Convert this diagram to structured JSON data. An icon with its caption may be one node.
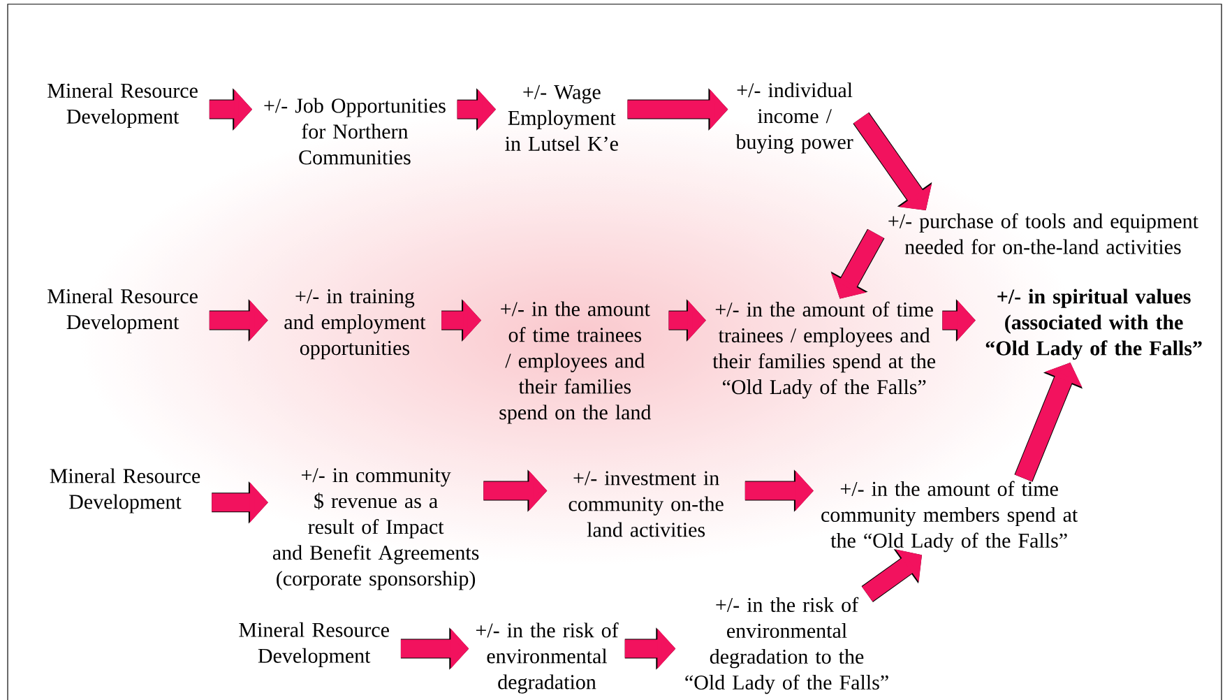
{
  "diagram": {
    "nodes": [
      {
        "text": [
          "Mineral Resource Development"
        ]
      },
      {
        "text": [
          "+/- Job Opportunities for Northern Communities"
        ]
      },
      {
        "text": [
          "+/- Wage Employment in Lutsel K’e"
        ]
      },
      {
        "text": [
          "+/- individual income / buying power"
        ]
      },
      {
        "text": [
          "+/- purchase of tools and equipment needed for on-the-land activities"
        ]
      },
      {
        "text": [
          "Mineral Resource Development"
        ]
      },
      {
        "text": [
          "+/- in training and employment opportunities"
        ]
      },
      {
        "text": [
          "+/- in the amount of time trainees / employees and their families spend on the land"
        ]
      },
      {
        "text": [
          "+/- in the amount of time trainees / employees and their families spend at the “Old Lady of the Falls”"
        ]
      },
      {
        "text": [
          "+/- in spiritual values (associated with the “Old Lady of the Falls”"
        ]
      },
      {
        "text": [
          "Mineral Resource Development"
        ]
      },
      {
        "text": [
          "+/- in community  $ revenue as a result of Impact and Benefit Agreements (corporate sponsorship)"
        ]
      },
      {
        "text": [
          "+/- investment in community on-the land activities"
        ]
      },
      {
        "text": [
          "+/- in the amount of time community members spend at the “Old Lady of the Falls”"
        ]
      },
      {
        "text": [
          "Mineral Resource Development"
        ]
      },
      {
        "text": [
          "+/- in the risk of environmental degradation"
        ]
      },
      {
        "text": [
          "+/- in the risk of environmental degradation to the “Old Lady of the Falls”"
        ]
      }
    ],
    "edges": [
      {
        "from": 0,
        "to": 1,
        "arrow": "to"
      },
      {
        "from": 1,
        "to": 2,
        "arrow": "to"
      },
      {
        "from": 2,
        "to": 3,
        "arrow": "to"
      },
      {
        "from": 3,
        "to": 4,
        "arrow": "to"
      },
      {
        "from": 4,
        "to": 8,
        "arrow": "to"
      },
      {
        "from": 5,
        "to": 6,
        "arrow": "to"
      },
      {
        "from": 6,
        "to": 7,
        "arrow": "to"
      },
      {
        "from": 7,
        "to": 8,
        "arrow": "to"
      },
      {
        "from": 8,
        "to": 9,
        "arrow": "to"
      },
      {
        "from": 10,
        "to": 11,
        "arrow": "to"
      },
      {
        "from": 11,
        "to": 12,
        "arrow": "to"
      },
      {
        "from": 12,
        "to": 13,
        "arrow": "to"
      },
      {
        "from": 13,
        "to": 9,
        "arrow": "to"
      },
      {
        "from": 14,
        "to": 15,
        "arrow": "to"
      },
      {
        "from": 15,
        "to": 16,
        "arrow": "to"
      },
      {
        "from": 16,
        "to": 13,
        "arrow": "to"
      }
    ]
  }
}
